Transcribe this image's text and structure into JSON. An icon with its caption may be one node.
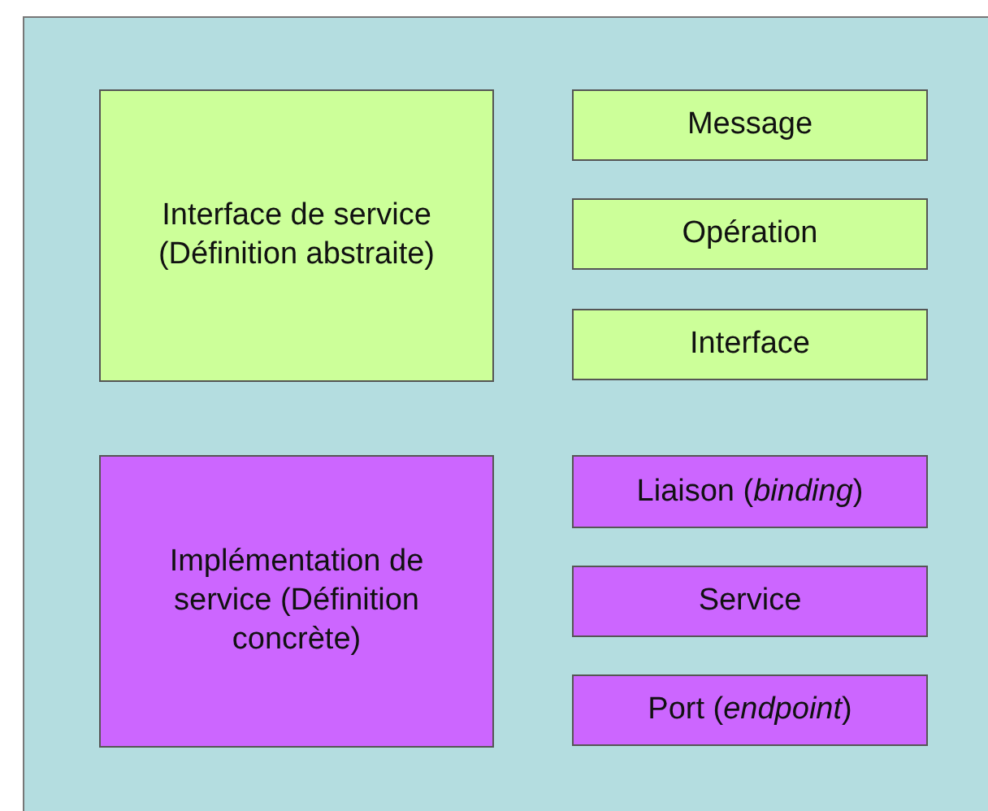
{
  "diagram": {
    "nodes": [
      {
        "text": [],
        "shape": "box"
      },
      {
        "text": [
          "Interface de service (Définition abstraite)"
        ],
        "in": 0
      },
      {
        "text": [
          "Message"
        ],
        "in": 0
      },
      {
        "text": [
          "Opération"
        ],
        "in": 0
      },
      {
        "text": [
          "Interface"
        ],
        "in": 0
      },
      {
        "text": [
          "Implémentation de service (Définition concrète)"
        ],
        "in": 0
      },
      {
        "text": [
          "Liaison (*binding*)"
        ],
        "in": 0
      },
      {
        "text": [
          "Service"
        ],
        "in": 0
      },
      {
        "text": [
          "Port (*endpoint*)"
        ],
        "in": 0
      }
    ]
  }
}
